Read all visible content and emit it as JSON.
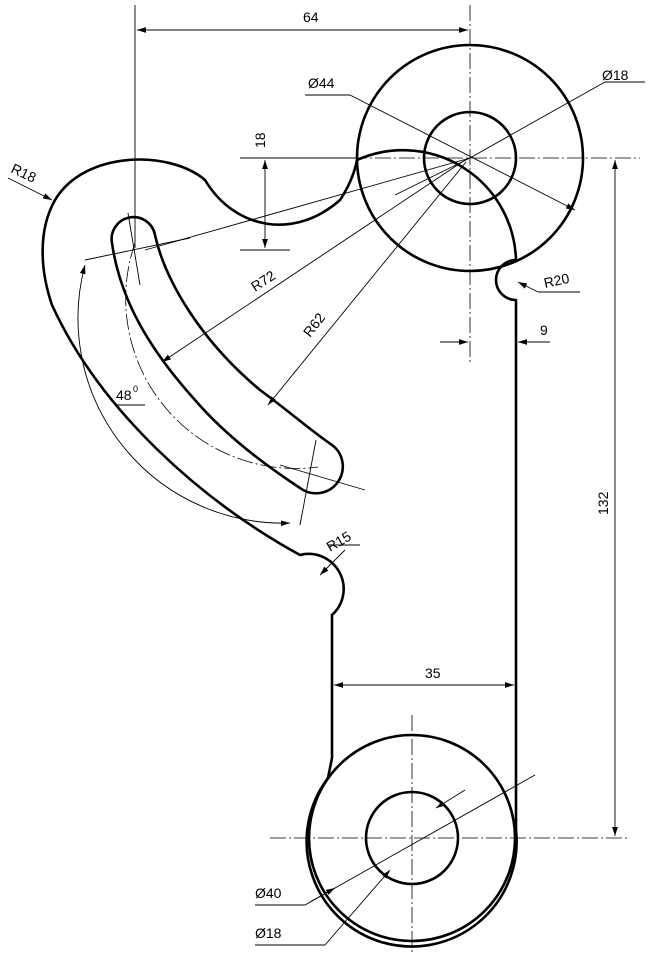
{
  "drawing": {
    "dimensions": {
      "top_width": "64",
      "offset_18": "18",
      "dia_44": "Ø44",
      "dia_18_top": "Ø18",
      "radius_18": "R18",
      "radius_72": "R72",
      "radius_62": "R62",
      "radius_20": "R20",
      "offset_9": "9",
      "angle_48": "48",
      "angle_degree": "0",
      "radius_15": "R15",
      "height_132": "132",
      "width_35": "35",
      "dia_40": "Ø40",
      "dia_18_bottom": "Ø18"
    }
  }
}
